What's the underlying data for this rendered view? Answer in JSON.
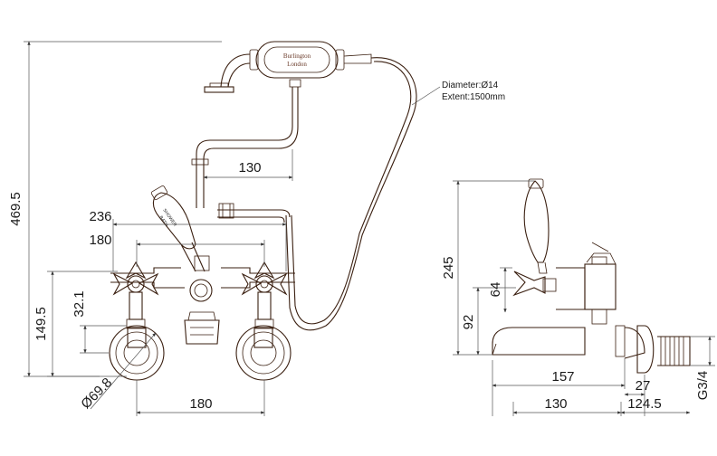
{
  "brand": {
    "name": "Burlington",
    "city": "London"
  },
  "lever_label": {
    "line1": "SHOWER",
    "line2": "BATH"
  },
  "notes": {
    "diameter": "Diameter:Ø14",
    "extent": "Extent:1500mm"
  },
  "dimensions": {
    "overall_height": "469.5",
    "head_offset": "130",
    "width_236": "236",
    "width_180_top": "180",
    "height_149": "149.5",
    "height_32": "32.1",
    "flange_dia": "Ø69.8",
    "width_180_bottom": "180",
    "side_245": "245",
    "side_92": "92",
    "side_64": "64",
    "side_157": "157",
    "side_27": "27",
    "side_130": "130",
    "side_124": "124.5",
    "thread": "G3/4"
  }
}
